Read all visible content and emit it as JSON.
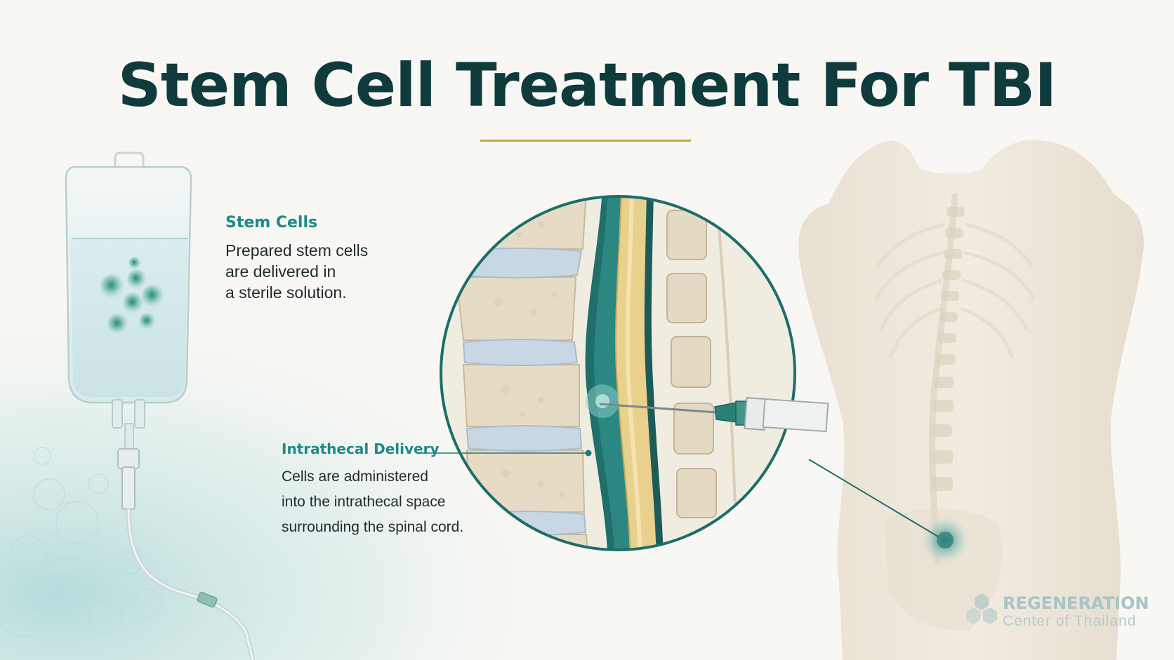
{
  "title": "Stem Cell Treatment For TBI",
  "stem_cells": {
    "heading": "Stem Cells",
    "body": "Prepared stem cells\nare delivered in\na sterile solution."
  },
  "intrathecal": {
    "heading": "Intrathecal Delivery",
    "body": "Cells are administered\ninto the intrathecal space\nsurrounding the spinal cord."
  },
  "logo": {
    "line1": "REGENERATION",
    "line2": "Center of Thailand"
  },
  "colors": {
    "title": "#0f3b3d",
    "accent_teal": "#1c8a8a",
    "rule_gold": "#c9a44a",
    "background": "#f8f7f3"
  }
}
